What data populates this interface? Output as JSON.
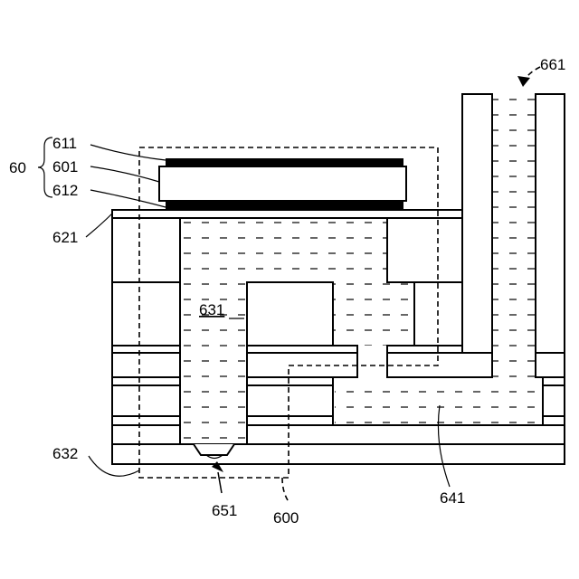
{
  "labels": {
    "group": "60",
    "layer_top": "611",
    "layer_mid": "601",
    "layer_bottom": "612",
    "plate": "621",
    "chamber": "631",
    "base": "632",
    "outlet": "651",
    "region": "600",
    "channel": "641",
    "inlet_flow": "661"
  }
}
